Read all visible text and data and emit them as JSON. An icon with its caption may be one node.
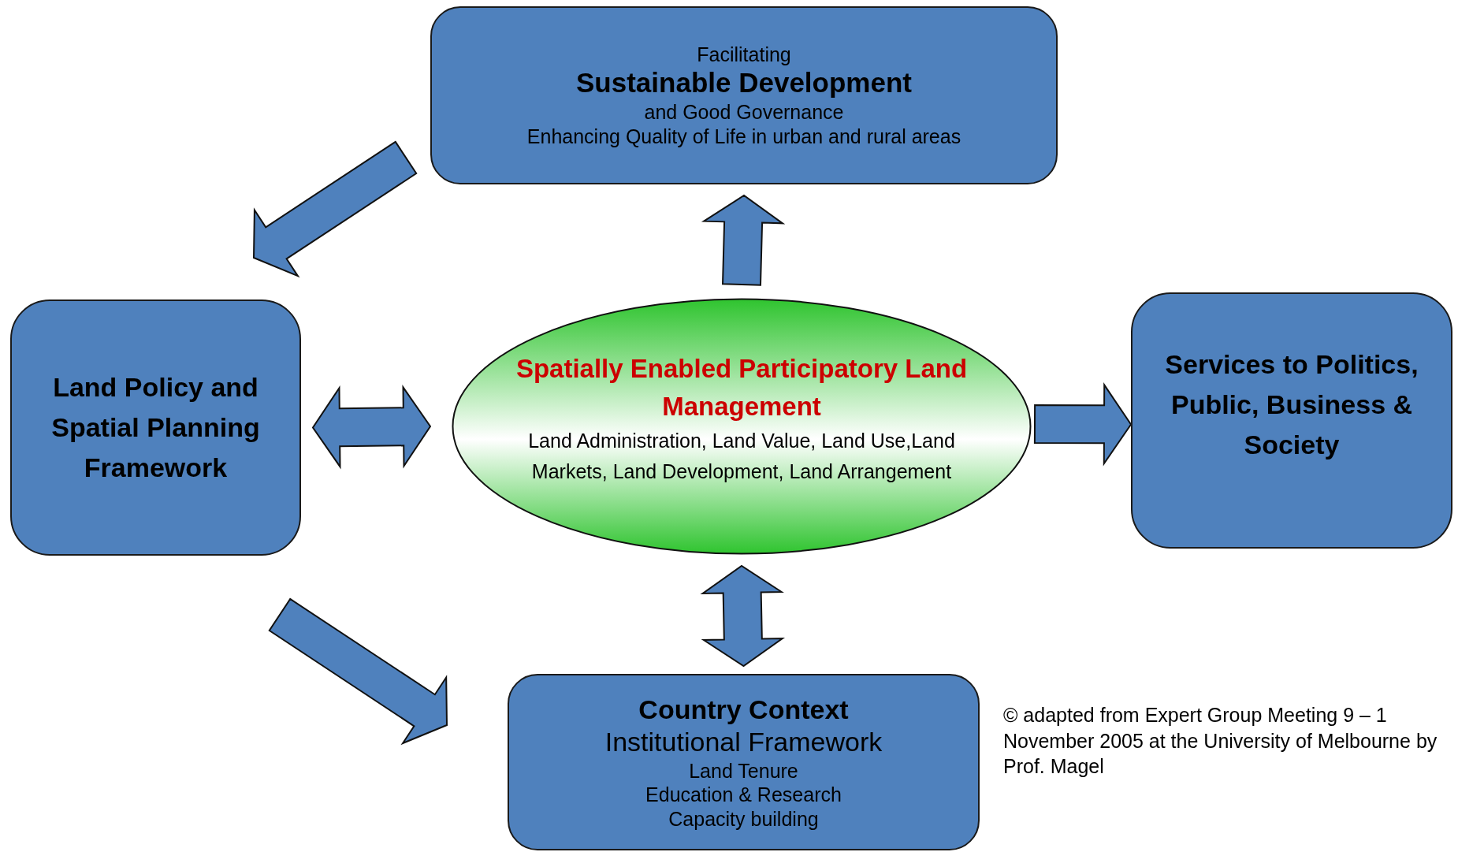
{
  "diagram": {
    "nodes": [
      {
        "text": [
          "Facilitating",
          "Sustainable Development",
          "and Good Governance",
          "Enhancing Quality of Life in urban and rural areas"
        ]
      },
      {
        "text": [
          "Land Policy and Spatial Planning Framework"
        ]
      },
      {
        "text": [
          "Spatially Enabled Participatory Land Management",
          "Land Administration, Land Value, Land Use,Land Markets, Land Development, Land Arrangement"
        ]
      },
      {
        "text": [
          "Services to Politics, Public, Business & Society"
        ]
      },
      {
        "text": [
          "Country Context",
          "Institutional Framework",
          "Land Tenure",
          "Education & Research",
          "Capacity building"
        ]
      }
    ],
    "edges": [
      {
        "from": 0,
        "to": 1,
        "arrow": "to"
      },
      {
        "from": 1,
        "to": 2,
        "arrow": "both"
      },
      {
        "from": 2,
        "to": 0,
        "arrow": "to"
      },
      {
        "from": 2,
        "to": 3,
        "arrow": "to"
      },
      {
        "from": 2,
        "to": 4,
        "arrow": "both"
      },
      {
        "from": 1,
        "to": 4,
        "arrow": "to"
      }
    ],
    "labels": [
      "© adapted from Expert Group Meeting 9 – 1 November 2005 at the University of Melbourne by Prof. Magel"
    ]
  }
}
